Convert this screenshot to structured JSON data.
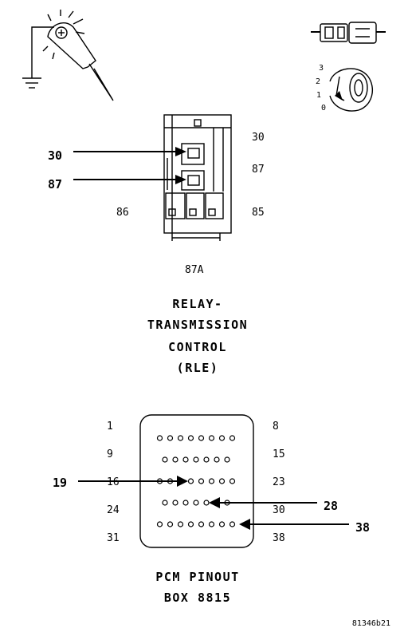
{
  "relay": {
    "pins_right": [
      "30",
      "87",
      "85"
    ],
    "pin_left": "86",
    "pin_bottom": "87A",
    "callouts": [
      "30",
      "87"
    ],
    "title_lines": [
      "RELAY-",
      "TRANSMISSION",
      "CONTROL",
      "(RLE)"
    ]
  },
  "pcm": {
    "row_labels_left": [
      "1",
      "9",
      "16",
      "24",
      "31"
    ],
    "row_labels_right": [
      "8",
      "15",
      "23",
      "30",
      "38"
    ],
    "callouts": [
      "19",
      "28",
      "38"
    ],
    "title_lines": [
      "PCM PINOUT",
      "BOX 8815"
    ]
  },
  "ignition_positions": [
    "3",
    "2",
    "1",
    "0"
  ],
  "figure_id": "81346b21"
}
